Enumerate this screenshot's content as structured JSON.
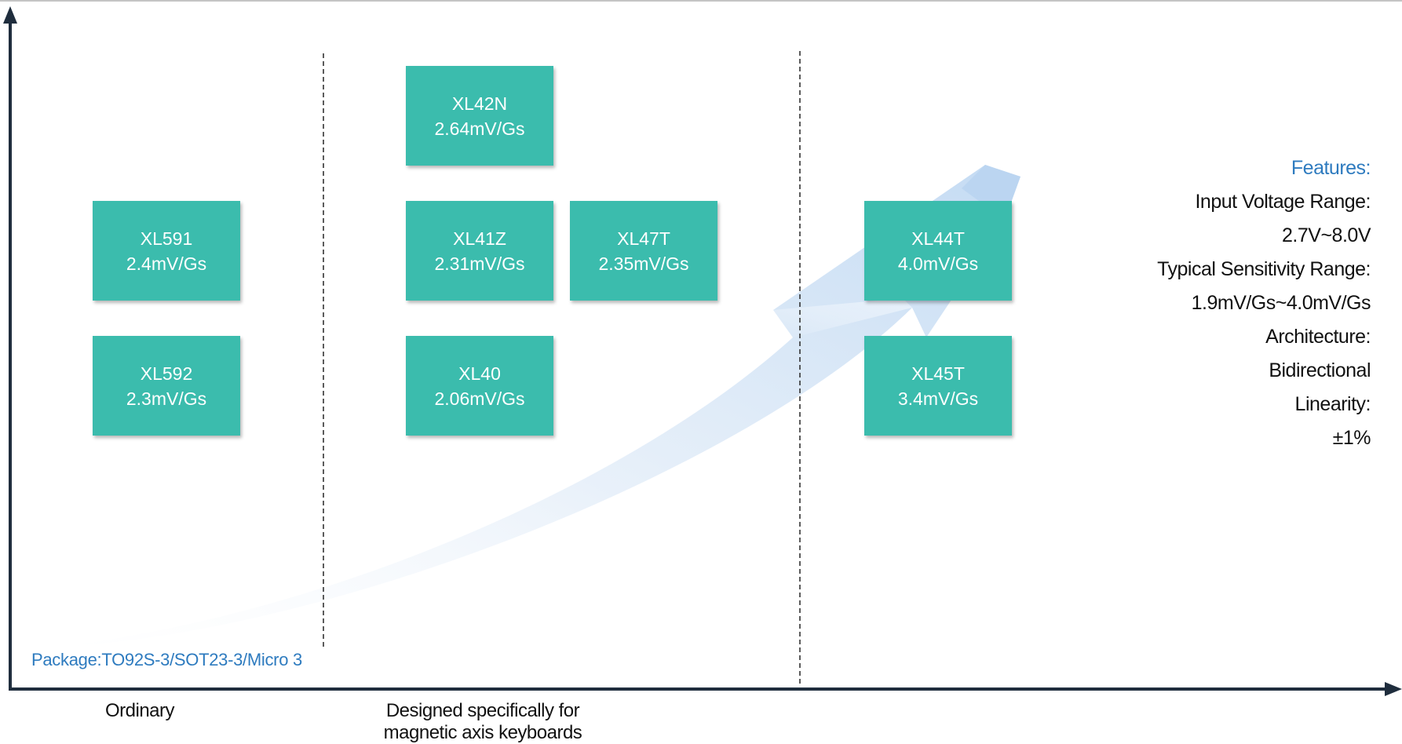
{
  "products": [
    {
      "name": "XL591",
      "sensitivity": "2.4mV/Gs"
    },
    {
      "name": "XL592",
      "sensitivity": "2.3mV/Gs"
    },
    {
      "name": "XL42N",
      "sensitivity": "2.64mV/Gs"
    },
    {
      "name": "XL41Z",
      "sensitivity": "2.31mV/Gs"
    },
    {
      "name": "XL47T",
      "sensitivity": "2.35mV/Gs"
    },
    {
      "name": "XL40",
      "sensitivity": "2.06mV/Gs"
    },
    {
      "name": "XL44T",
      "sensitivity": "4.0mV/Gs"
    },
    {
      "name": "XL45T",
      "sensitivity": "3.4mV/Gs"
    }
  ],
  "features": {
    "title": "Features:",
    "lines": [
      "Input Voltage Range:",
      "2.7V~8.0V",
      "Typical Sensitivity Range:",
      "1.9mV/Gs~4.0mV/Gs",
      "Architecture:",
      "Bidirectional",
      "Linearity:",
      "±1%"
    ]
  },
  "package_label": "Package:TO92S-3/SOT23-3/Micro 3",
  "categories": {
    "ordinary": "Ordinary",
    "keyboard_line1": "Designed specifically for",
    "keyboard_line2": "magnetic axis keyboards"
  },
  "colors": {
    "box_fill": "#3bbcad",
    "box_text": "#ffffff",
    "accent_blue": "#2e7bbf",
    "axis": "#1f2d3d",
    "arrow_fill": "#cfe1f5"
  }
}
